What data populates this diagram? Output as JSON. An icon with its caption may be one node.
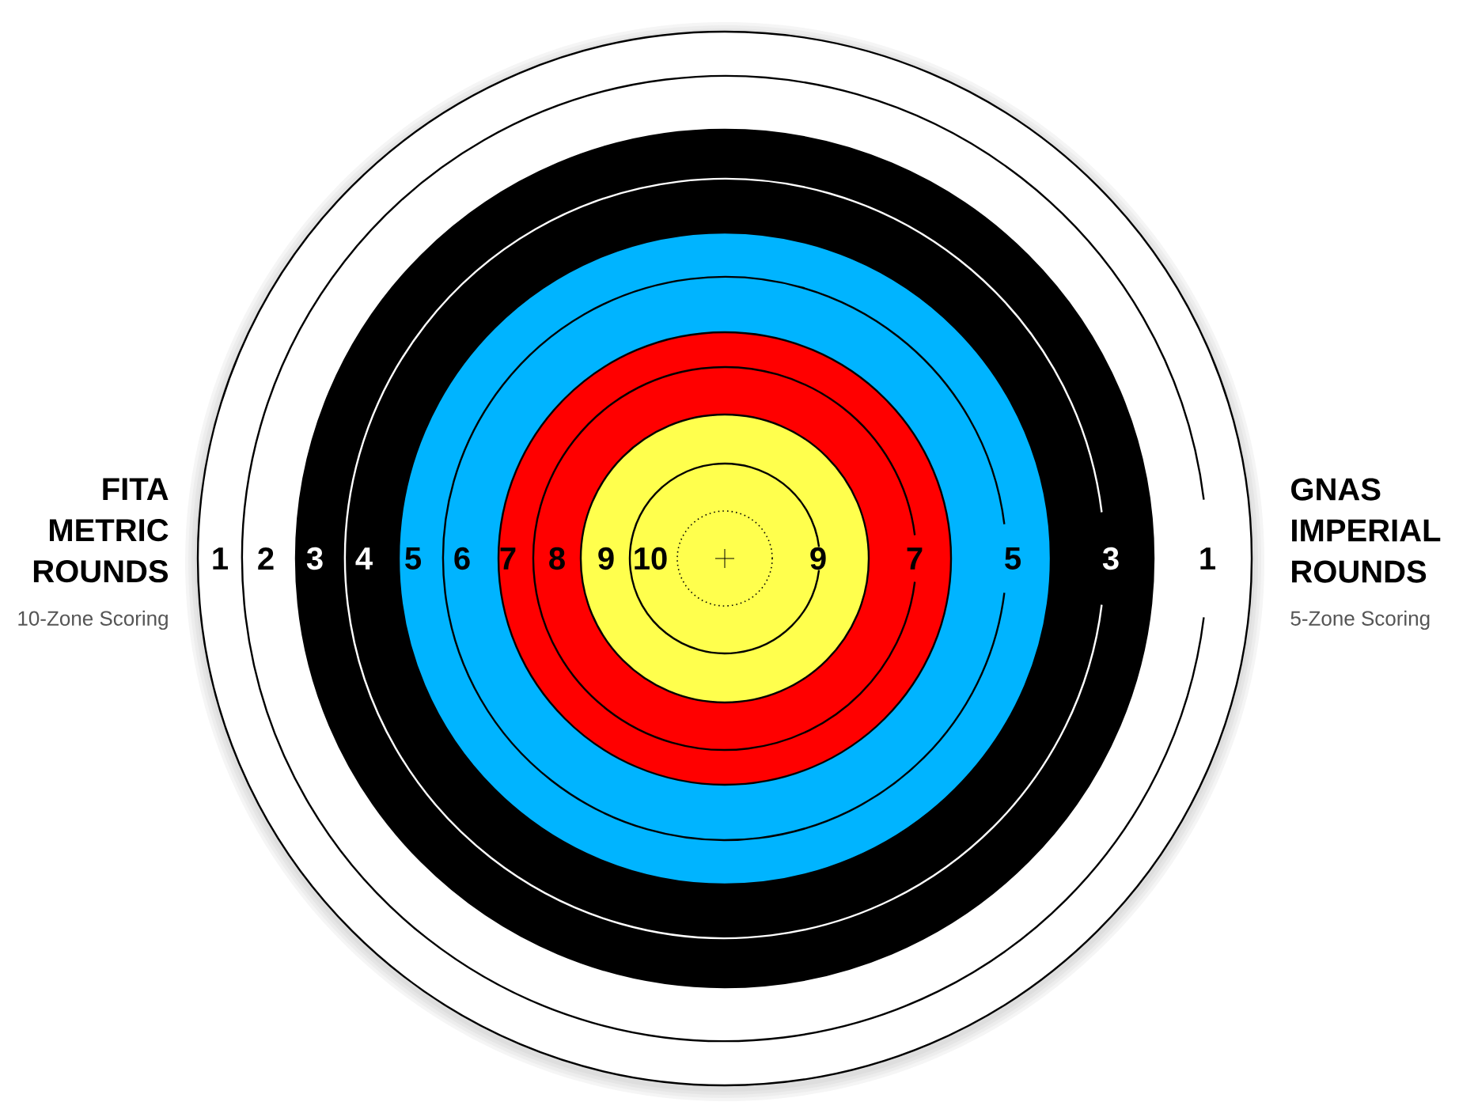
{
  "diagram": {
    "labels": [
      "FITA METRIC ROUNDS",
      "10-Zone Scoring",
      "1",
      "2",
      "3",
      "4",
      "5",
      "6",
      "7",
      "8",
      "9",
      "10",
      "9",
      "7",
      "5",
      "3",
      "1",
      "GNAS IMPERIAL ROUNDS",
      "5-Zone Scoring"
    ]
  }
}
